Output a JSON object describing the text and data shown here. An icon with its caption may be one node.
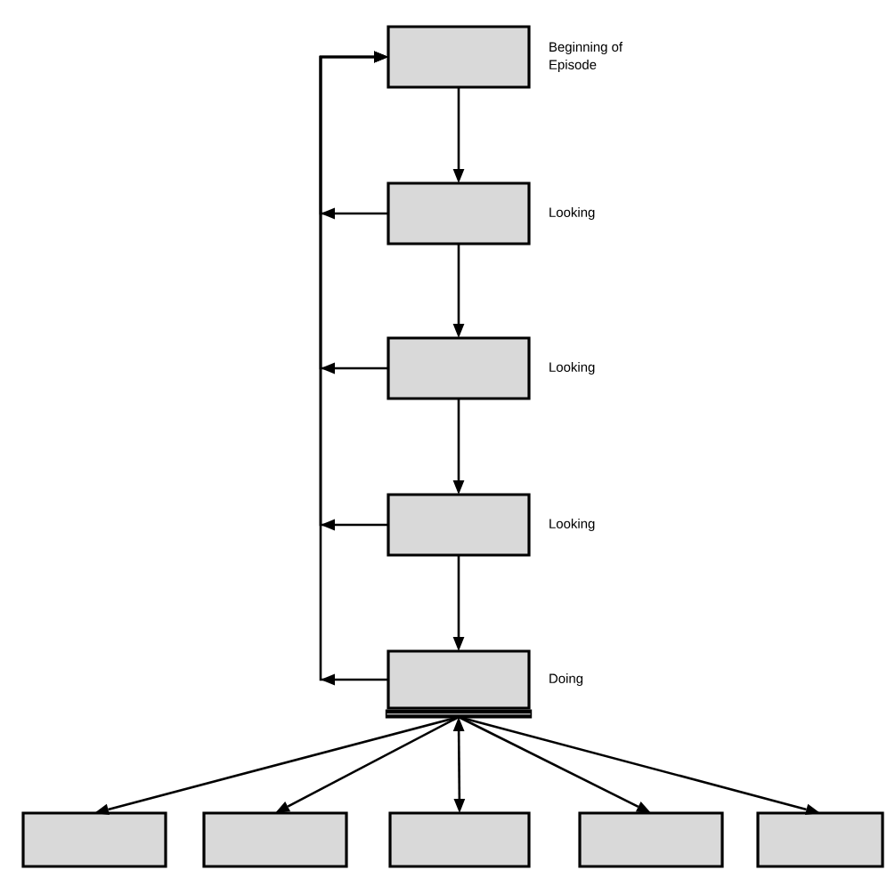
{
  "diagram": {
    "nodes": [
      {
        "text": [],
        "shape": "box",
        "beside": [
          "Beginning of Episode"
        ]
      },
      {
        "text": [],
        "shape": "box",
        "beside": [
          "Looking"
        ]
      },
      {
        "text": [],
        "shape": "box",
        "beside": [
          "Looking"
        ]
      },
      {
        "text": [],
        "shape": "box",
        "beside": [
          "Looking"
        ]
      },
      {
        "text": [],
        "shape": "box",
        "beside": [
          "Doing"
        ]
      },
      {
        "text": [],
        "shape": "box"
      },
      {
        "text": [],
        "shape": "box"
      },
      {
        "text": [],
        "shape": "box"
      },
      {
        "text": [],
        "shape": "box"
      },
      {
        "text": [],
        "shape": "box"
      }
    ],
    "edges": [
      {
        "from": 0,
        "to": 1,
        "arrow": "to"
      },
      {
        "from": 1,
        "to": 2,
        "arrow": "to"
      },
      {
        "from": 2,
        "to": 3,
        "arrow": "to"
      },
      {
        "from": 3,
        "to": 4,
        "arrow": "to"
      },
      {
        "from": 1,
        "to": 0,
        "arrow": "to"
      },
      {
        "from": 2,
        "to": 0,
        "arrow": "to"
      },
      {
        "from": 3,
        "to": 0,
        "arrow": "to"
      },
      {
        "from": 4,
        "to": 0,
        "arrow": "to"
      },
      {
        "from": 4,
        "to": 5,
        "arrow": "to"
      },
      {
        "from": 4,
        "to": 6,
        "arrow": "to"
      },
      {
        "from": 4,
        "to": 7,
        "arrow": "both"
      },
      {
        "from": 4,
        "to": 8,
        "arrow": "to"
      },
      {
        "from": 4,
        "to": 9,
        "arrow": "to"
      }
    ]
  }
}
